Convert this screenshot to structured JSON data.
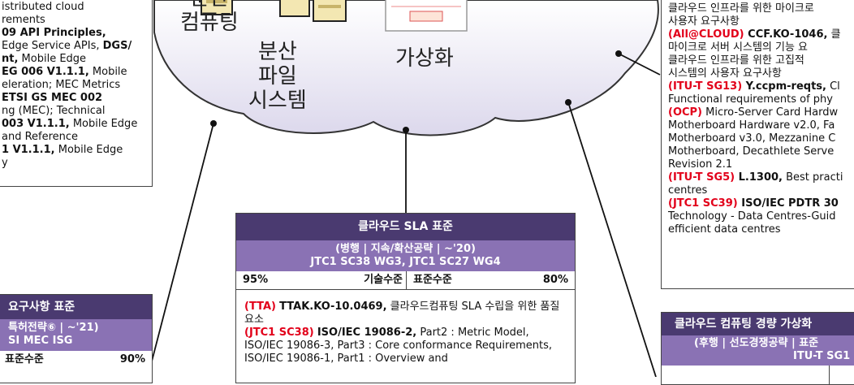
{
  "cloud": {
    "label_computing": [
      "분산",
      "컴퓨팅"
    ],
    "label_filesystem": [
      "분산",
      "파일",
      "시스템"
    ],
    "label_virtualization": "가상화"
  },
  "left_top_box": {
    "lines": [
      [
        "",
        "",
        "istributed cloud"
      ],
      [
        "",
        "",
        "rements"
      ],
      [
        "",
        "09 API Principles,",
        ""
      ],
      [
        "",
        "",
        "Edge Service APIs, "
      ],
      [
        "",
        "nt,",
        " Mobile Edge"
      ],
      [
        "",
        "EG 006 V1.1.1,",
        " Mobile"
      ],
      [
        "",
        "",
        "eleration; MEC Metrics"
      ],
      [
        "",
        "ETSI GS MEC 002",
        ""
      ],
      [
        "",
        "",
        "ng (MEC); Technical"
      ],
      [
        "",
        "003 V1.1.1,",
        " Mobile Edge"
      ],
      [
        "",
        "",
        " and Reference"
      ],
      [
        "",
        "1 V1.1.1,",
        " Mobile Edge"
      ],
      [
        "",
        "",
        "y"
      ]
    ],
    "dgs_fragment": "DGS/"
  },
  "left_bottom_box": {
    "title": "요구사항 표준",
    "subtitle_line1": "특허전략⑥ | ~'21)",
    "subtitle_line2": "SI MEC ISG",
    "level_label": "표준수준",
    "level_value": "90%"
  },
  "sla_box": {
    "title": "클라우드 SLA 표준",
    "subtitle_line1": "(병행 | 지속/확산공략 | ~'20)",
    "subtitle_line2": "JTC1 SC38 WG3, JTC1 SC27 WG4",
    "tech_value": "95%",
    "tech_label": "기술수준",
    "std_label": "표준수준",
    "std_value": "80%",
    "items": [
      {
        "org": "(TTA)",
        "code": "TTAK.KO-10.0469,",
        "text": " 클라우드컴퓨팅 SLA 수립을 위한 품질요소"
      },
      {
        "org": "(JTC1 SC38)",
        "code": "ISO/IEC 19086-2,",
        "text": " Part2 : Metric Model, ISO/IEC 19086-3, Part3 : Core conformance Requirements, ISO/IEC 19086-1, Part1 : Overview and"
      }
    ]
  },
  "right_top_box": {
    "lines": [
      {
        "org": "",
        "code": "",
        "text": "클라우드 인프라를 위한 마이크로"
      },
      {
        "org": "",
        "code": "",
        "text": "사용자 요구사항"
      },
      {
        "org": "(All@CLOUD)",
        "code": " CCF.KO-1046,",
        "text": " 클"
      },
      {
        "org": "",
        "code": "",
        "text": "마이크로 서버 시스템의 기능 요"
      },
      {
        "org": "",
        "code": "",
        "text": "클라우드 인프라를 위한 고집적"
      },
      {
        "org": "",
        "code": "",
        "text": "시스템의 사용자 요구사항"
      },
      {
        "org": "(ITU-T SG13)",
        "code": " Y.ccpm-reqts,",
        "text": " Cl"
      },
      {
        "org": "",
        "code": "",
        "text": "Functional requirements of phy"
      },
      {
        "org": "(OCP)",
        "code": "",
        "text": " Micro-Server Card Hardw"
      },
      {
        "org": "",
        "code": "",
        "text": "Motherboard Hardware v2.0, Fa"
      },
      {
        "org": "",
        "code": "",
        "text": "Motherboard v3.0, Mezzanine C"
      },
      {
        "org": "",
        "code": "",
        "text": "Motherboard, Decathlete Serve"
      },
      {
        "org": "",
        "code": "",
        "text": "Revision 2.1"
      },
      {
        "org": "(ITU-T SG5)",
        "code": " L.1300,",
        "text": " Best practi"
      },
      {
        "org": "",
        "code": "",
        "text": "centres"
      },
      {
        "org": "(JTC1 SC39)",
        "code": " ISO/IEC PDTR 30",
        "text": ""
      },
      {
        "org": "",
        "code": "",
        "text": "Technology - Data Centres-Guid"
      },
      {
        "org": "",
        "code": "",
        "text": "efficient data centres"
      }
    ]
  },
  "right_bottom_box": {
    "title": "클라우드 컴퓨팅 경량 가상화",
    "subtitle_line1": "(후행 | 선도경쟁공략 | 표준",
    "subtitle_line2": "ITU-T SG1"
  }
}
